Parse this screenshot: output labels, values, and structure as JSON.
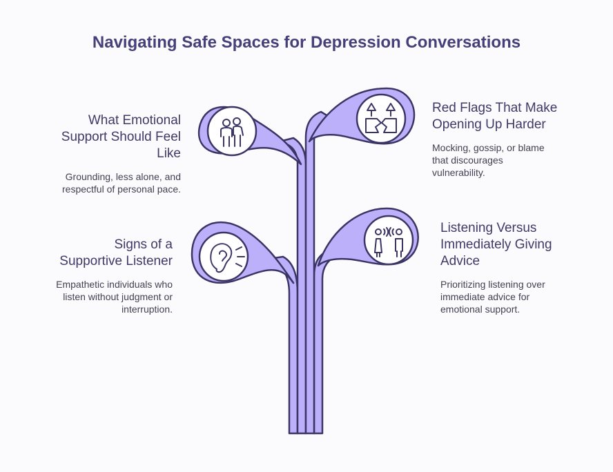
{
  "title": "Navigating Safe Spaces for Depression Conversations",
  "colors": {
    "fill": "#bdb0fb",
    "stroke": "#3b3566",
    "title": "#453f7a",
    "bg": "#fbfafd"
  },
  "items": [
    {
      "heading": "What Emotional Support Should Feel Like",
      "heading_lines": [
        "What Emotional",
        "Support Should Feel",
        "Like"
      ],
      "description": "Grounding, less alone, and respectful of personal pace.",
      "desc_lines": [
        "Grounding, less alone, and",
        "respectful of personal pace."
      ],
      "icon": "support-people-icon"
    },
    {
      "heading": "Red Flags That Make Opening Up Harder",
      "heading_lines": [
        "Red Flags That Make",
        "Opening Up Harder"
      ],
      "description": "Mocking, gossip, or blame that discourages vulnerability.",
      "desc_lines": [
        "Mocking, gossip, or blame",
        "that discourages",
        "vulnerability."
      ],
      "icon": "broken-ground-icon"
    },
    {
      "heading": "Signs of a Supportive Listener",
      "heading_lines": [
        "Signs of a",
        "Supportive Listener"
      ],
      "description": "Empathetic individuals who listen without judgment or interruption.",
      "desc_lines": [
        "Empathetic individuals who",
        "listen without judgment or",
        "interruption."
      ],
      "icon": "listening-ear-icon"
    },
    {
      "heading": "Listening Versus Immediately Giving Advice",
      "heading_lines": [
        "Listening Versus",
        "Immediately Giving",
        "Advice"
      ],
      "description": "Prioritizing listening over immediate advice for emotional support.",
      "desc_lines": [
        "Prioritizing listening over",
        "immediate advice for",
        "emotional support."
      ],
      "icon": "conversation-icon"
    }
  ]
}
